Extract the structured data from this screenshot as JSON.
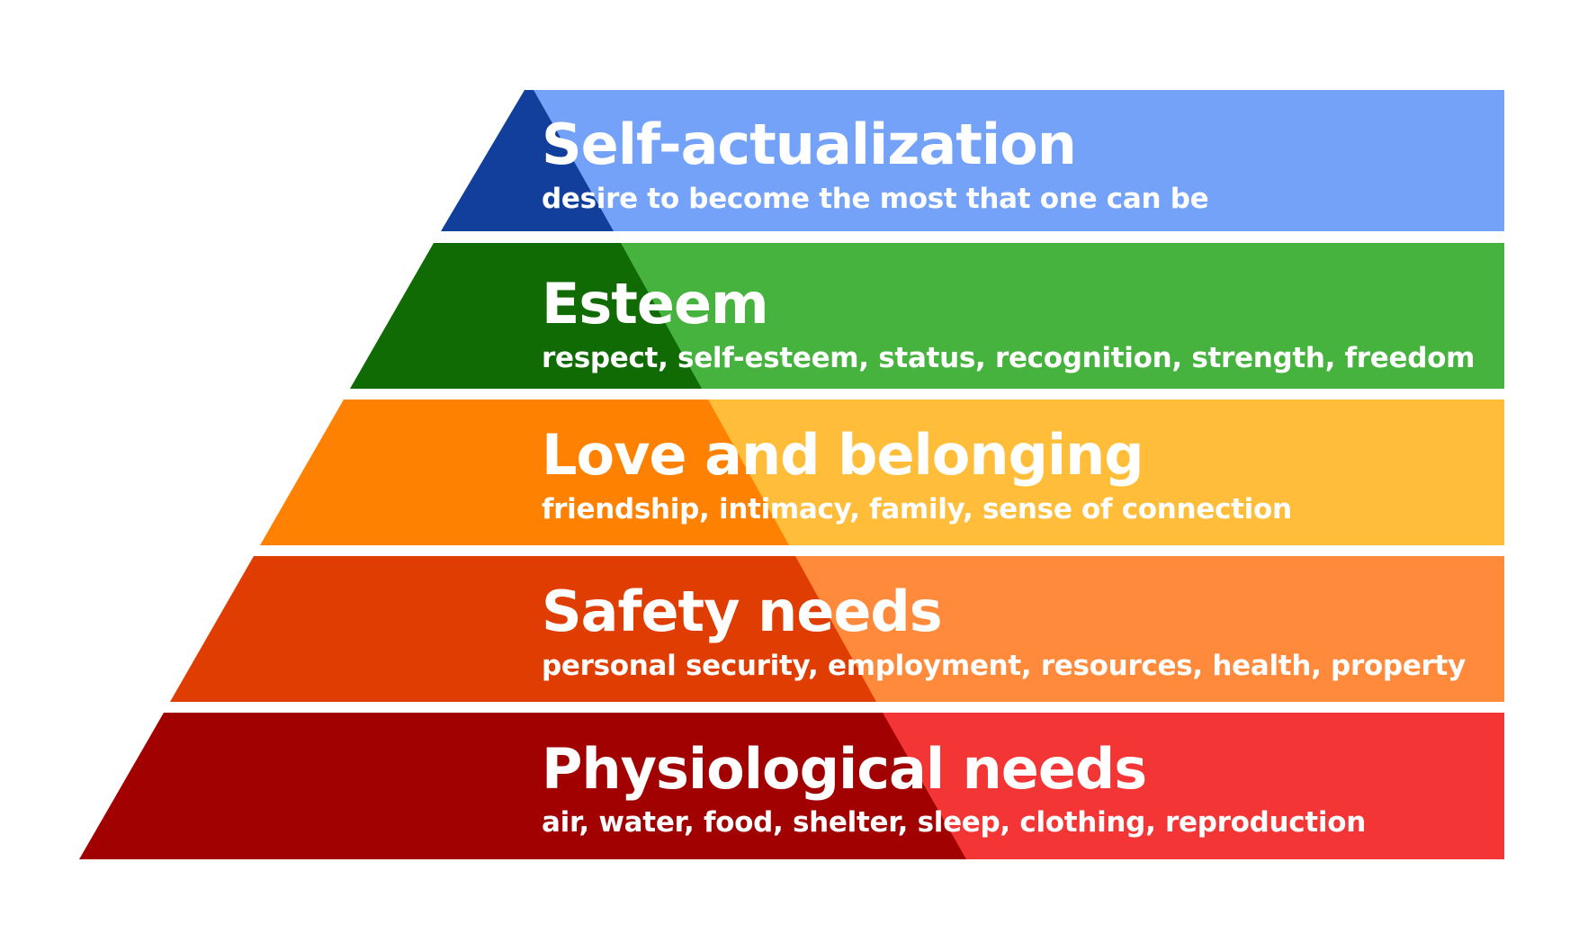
{
  "diagram": {
    "type": "pyramid",
    "tiers": [
      {
        "title": "Self-actualization",
        "description": "desire to become the most that one can be",
        "light_color": "#74a2f9",
        "dark_color": "#123f9c"
      },
      {
        "title": "Esteem",
        "description": "respect, self-esteem, status, recognition, strength, freedom",
        "light_color": "#47b33f",
        "dark_color": "#106b04"
      },
      {
        "title": "Love and belonging",
        "description": "friendship, intimacy, family, sense of connection",
        "light_color": "#ffbd39",
        "dark_color": "#fe8101"
      },
      {
        "title": "Safety needs",
        "description": "personal security, employment, resources, health, property",
        "light_color": "#ff8a3c",
        "dark_color": "#e03d02"
      },
      {
        "title": "Physiological needs",
        "description": "air, water, food, shelter, sleep, clothing, reproduction",
        "light_color": "#f43535",
        "dark_color": "#a10101"
      }
    ]
  }
}
